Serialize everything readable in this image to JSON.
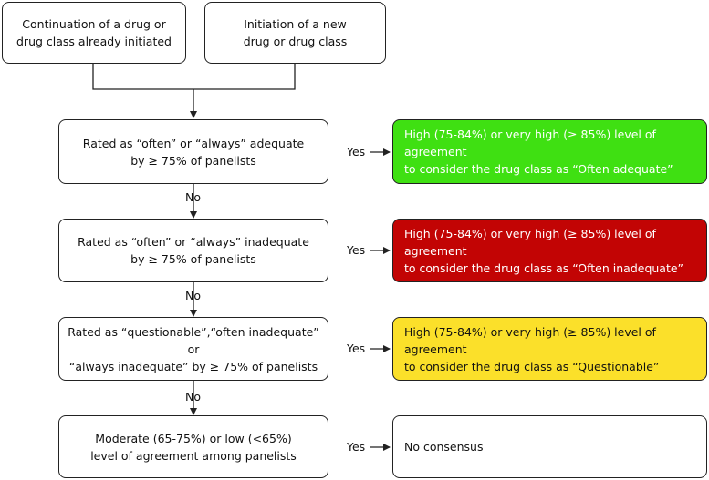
{
  "start": {
    "continuation": "Continuation of a drug or\ndrug class already initiated",
    "initiation": "Initiation of a new\ndrug or drug class"
  },
  "steps": [
    {
      "criterion": "Rated as “often” or “always” adequate\nby ≥ 75% of panelists",
      "yes_label": "Yes",
      "no_label": "No",
      "outcome": "High (75-84%) or very high (≥ 85%) level of agreement\nto consider the drug class as “Often adequate”",
      "outcome_color": "#3fe012",
      "outcome_text_color": "#ffffff"
    },
    {
      "criterion": "Rated as “often” or “always” inadequate\nby ≥ 75% of panelists",
      "yes_label": "Yes",
      "no_label": "No",
      "outcome": "High (75-84%) or very high (≥ 85%) level of agreement\nto consider the drug class as “Often inadequate”",
      "outcome_color": "#c20404",
      "outcome_text_color": "#ffffff"
    },
    {
      "criterion": "Rated as “questionable”,“often inadequate” or\n“always inadequate” by ≥ 75% of panelists",
      "yes_label": "Yes",
      "no_label": "No",
      "outcome": "High (75-84%) or very high (≥ 85%) level of agreement\nto consider the drug class as “Questionable”",
      "outcome_color": "#fbe02a",
      "outcome_text_color": "#111111"
    },
    {
      "criterion": "Moderate (65-75%) or low (<65%)\nlevel of agreement among panelists",
      "yes_label": "Yes",
      "outcome": "No consensus",
      "outcome_color": "#ffffff",
      "outcome_text_color": "#111111"
    }
  ]
}
